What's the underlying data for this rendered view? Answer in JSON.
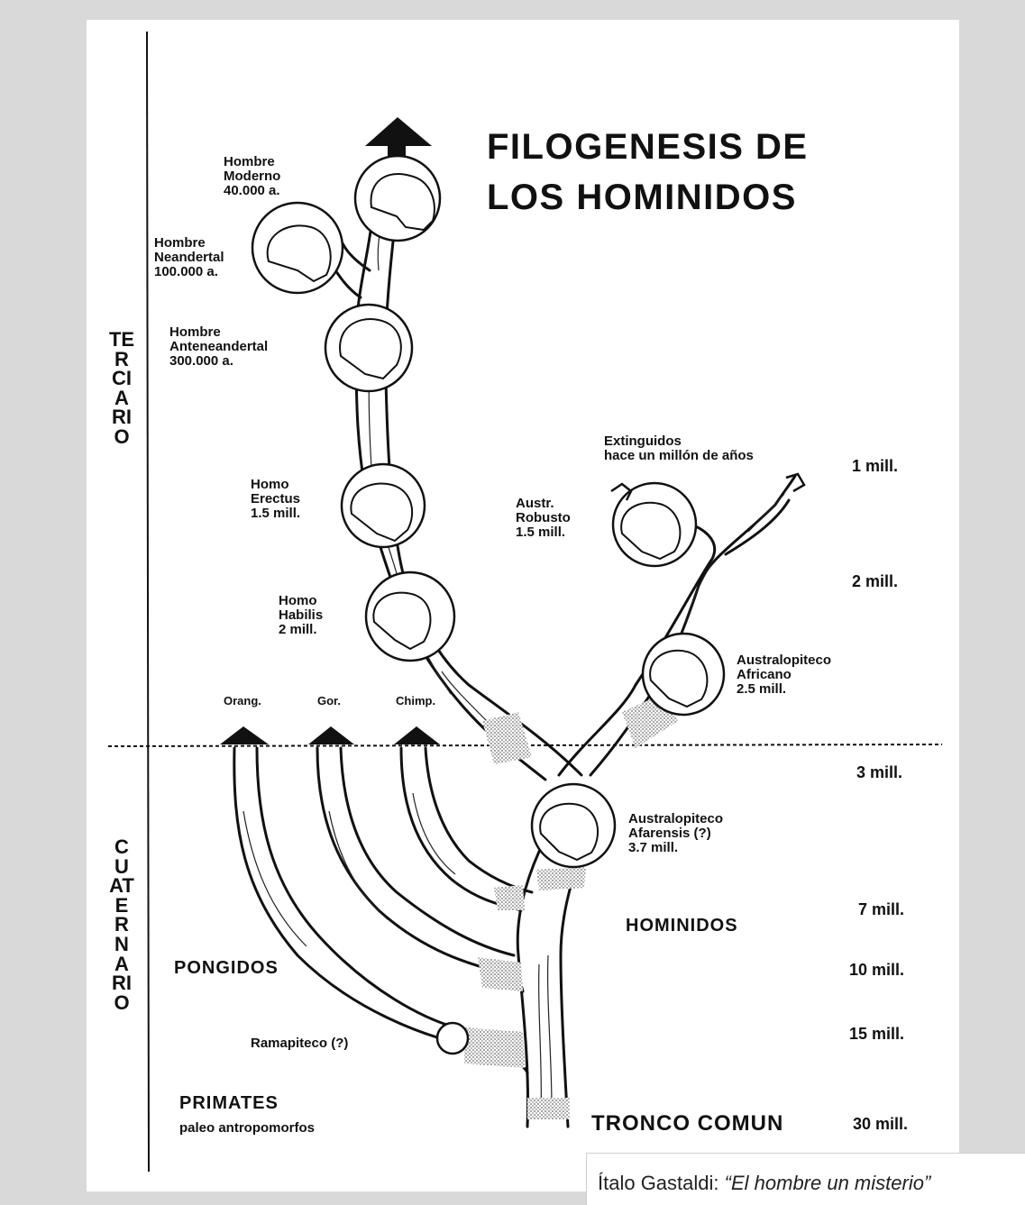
{
  "title": {
    "line1": "FILOGENESIS  DE",
    "line2": "LOS  HOMINIDOS"
  },
  "eras": {
    "upper": "TERCIARIO",
    "lower": "CUATERNARIO"
  },
  "species": {
    "moderno": "Hombre\nModerno\n40.000  a.",
    "neandertal": "Hombre\nNeandertal\n100.000  a.",
    "anteneandertal": "Hombre\nAnteneandertal\n300.000  a.",
    "erectus": "Homo\nErectus\n1.5  mill.",
    "habilis": "Homo\nHabilis\n2  mill.",
    "extinguidos": "Extinguidos\nhace un millón de años",
    "robusto": "Austr.\nRobusto\n1.5 mill.",
    "africano": "Australopiteco\nAfricano\n2.5 mill.",
    "afarensis": "Australopiteco\nAfarensis  (?)\n3.7 mill.",
    "ramapiteco": "Ramapiteco  (?)"
  },
  "apes": {
    "orang": "Orang.",
    "gor": "Gor.",
    "chimp": "Chimp."
  },
  "groups": {
    "hominidos": "HOMINIDOS",
    "pongidos": "PONGIDOS",
    "primates": "PRIMATES",
    "primates_sub": "paleo antropomorfos",
    "tronco": "TRONCO  COMUN"
  },
  "timescale": [
    "1  mill.",
    "2  mill.",
    "3  mill.",
    "7  mill.",
    "10  mill.",
    "15  mill.",
    "30  mill."
  ],
  "citation": {
    "author": "Ítalo Gastaldi:",
    "work": "“El hombre un misterio”"
  },
  "colors": {
    "ink": "#111111",
    "paper": "#ffffff",
    "background": "#d9d9d9",
    "shade": "#9a9a9a"
  }
}
